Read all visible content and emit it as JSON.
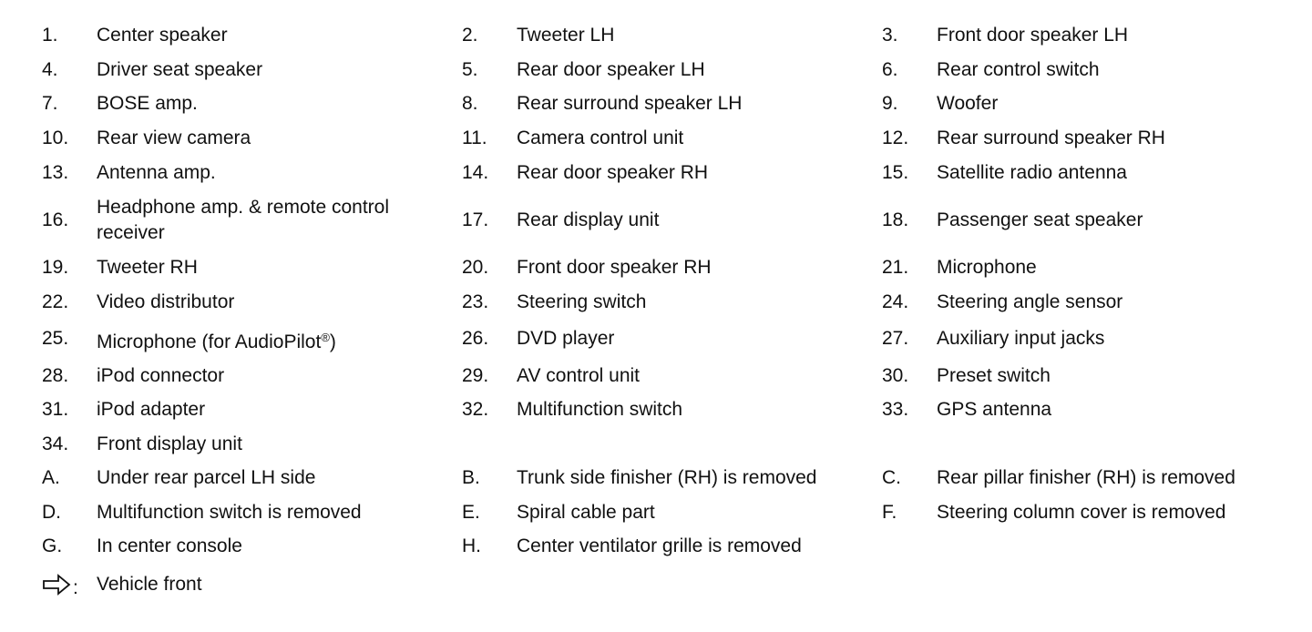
{
  "legend": {
    "rows": [
      [
        {
          "num": "1.",
          "label": "Center speaker"
        },
        {
          "num": "2.",
          "label": "Tweeter LH"
        },
        {
          "num": "3.",
          "label": "Front door speaker LH"
        }
      ],
      [
        {
          "num": "4.",
          "label": "Driver seat speaker"
        },
        {
          "num": "5.",
          "label": "Rear door speaker LH"
        },
        {
          "num": "6.",
          "label": "Rear control switch"
        }
      ],
      [
        {
          "num": "7.",
          "label": "BOSE amp."
        },
        {
          "num": "8.",
          "label": "Rear surround speaker LH"
        },
        {
          "num": "9.",
          "label": "Woofer"
        }
      ],
      [
        {
          "num": "10.",
          "label": "Rear view camera"
        },
        {
          "num": "11.",
          "label": "Camera control unit"
        },
        {
          "num": "12.",
          "label": "Rear surround speaker RH"
        }
      ],
      [
        {
          "num": "13.",
          "label": "Antenna amp."
        },
        {
          "num": "14.",
          "label": "Rear door speaker RH"
        },
        {
          "num": "15.",
          "label": "Satellite radio antenna"
        }
      ],
      [
        {
          "num": "16.",
          "label": "Headphone amp. & remote control receiver"
        },
        {
          "num": "17.",
          "label": "Rear display unit"
        },
        {
          "num": "18.",
          "label": "Passenger seat speaker"
        }
      ],
      [
        {
          "num": "19.",
          "label": "Tweeter RH"
        },
        {
          "num": "20.",
          "label": "Front door speaker RH"
        },
        {
          "num": "21.",
          "label": "Microphone"
        }
      ],
      [
        {
          "num": "22.",
          "label": "Video distributor"
        },
        {
          "num": "23.",
          "label": "Steering switch"
        },
        {
          "num": "24.",
          "label": "Steering angle sensor"
        }
      ],
      [
        {
          "num": "25.",
          "label": "Microphone (for AudioPilot",
          "sup": "®",
          "label_end": ")"
        },
        {
          "num": "26.",
          "label": "DVD player"
        },
        {
          "num": "27.",
          "label": "Auxiliary input jacks"
        }
      ],
      [
        {
          "num": "28.",
          "label": "iPod connector"
        },
        {
          "num": "29.",
          "label": "AV control unit"
        },
        {
          "num": "30.",
          "label": "Preset switch"
        }
      ],
      [
        {
          "num": "31.",
          "label": "iPod adapter"
        },
        {
          "num": "32.",
          "label": "Multifunction switch"
        },
        {
          "num": "33.",
          "label": "GPS antenna"
        }
      ],
      [
        {
          "num": "34.",
          "label": "Front display unit"
        }
      ],
      [
        {
          "num": "A.",
          "label": "Under rear parcel LH side"
        },
        {
          "num": "B.",
          "label": "Trunk side finisher (RH) is removed"
        },
        {
          "num": "C.",
          "label": "Rear pillar finisher (RH) is removed"
        }
      ],
      [
        {
          "num": "D.",
          "label": "Multifunction switch is removed"
        },
        {
          "num": "E.",
          "label": "Spiral cable part"
        },
        {
          "num": "F.",
          "label": "Steering column cover is removed"
        }
      ],
      [
        {
          "num": "G.",
          "label": "In center console"
        },
        {
          "num": "H.",
          "label": "Center ventilator grille is removed"
        }
      ]
    ],
    "footer": {
      "icon": "arrow-outline-right-icon",
      "separator": ":",
      "label": "Vehicle front"
    }
  }
}
